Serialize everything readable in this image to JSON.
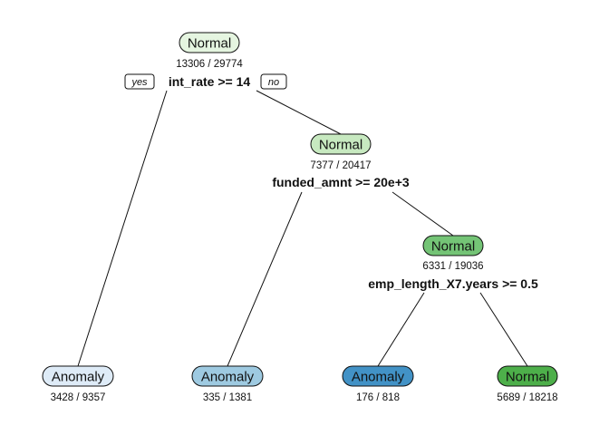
{
  "nodes": [
    {
      "id": "root",
      "label": "Normal",
      "count": "13306 / 29774",
      "split": "int_rate >= 14",
      "fill": "#e5f5e0"
    },
    {
      "id": "n2",
      "label": "Normal",
      "count": "7377 / 20417",
      "split": "funded_amnt >= 20e+3",
      "fill": "#c7e9c0"
    },
    {
      "id": "n3",
      "label": "Normal",
      "count": "6331 / 19036",
      "split": "emp_length_X7.years >= 0.5",
      "fill": "#74c476"
    },
    {
      "id": "leaf1",
      "label": "Anomaly",
      "count": "3428 / 9357",
      "fill": "#deebf7"
    },
    {
      "id": "leaf2",
      "label": "Anomaly",
      "count": "335 / 1381",
      "fill": "#9ecae1"
    },
    {
      "id": "leaf3",
      "label": "Anomaly",
      "count": "176 / 818",
      "fill": "#4292c6"
    },
    {
      "id": "leaf4",
      "label": "Normal",
      "count": "5689 / 18218",
      "fill": "#4daf4a"
    }
  ],
  "branch_labels": {
    "yes": "yes",
    "no": "no"
  }
}
